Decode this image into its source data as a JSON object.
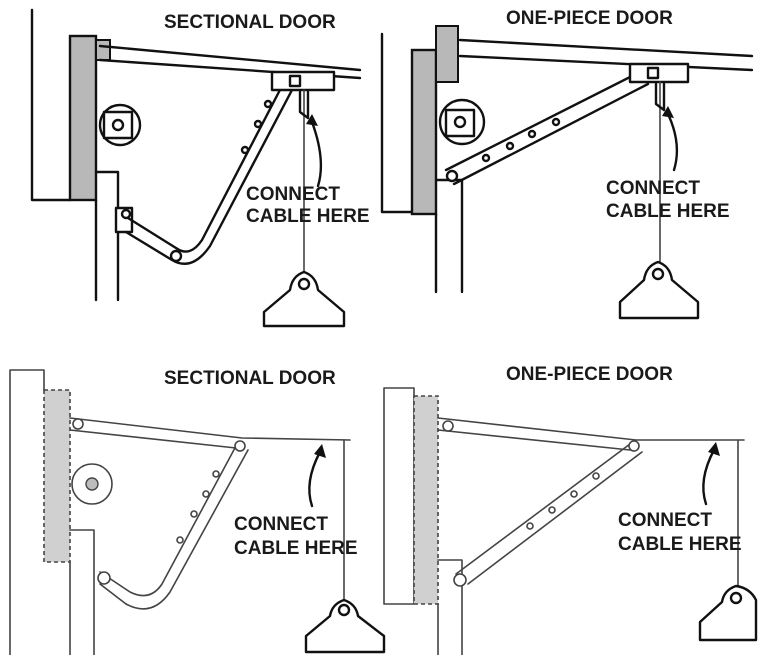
{
  "panels": [
    {
      "title": "SECTIONAL DOOR",
      "note_line1": "CONNECT",
      "note_line2": "CABLE HERE"
    },
    {
      "title": "ONE-PIECE DOOR",
      "note_line1": "CONNECT",
      "note_line2": "CABLE HERE"
    },
    {
      "title": "SECTIONAL DOOR",
      "note_line1": "CONNECT",
      "note_line2": "CABLE HERE"
    },
    {
      "title": "ONE-PIECE DOOR",
      "note_line1": "CONNECT",
      "note_line2": "CABLE HERE"
    }
  ],
  "colors": {
    "ink": "#111111",
    "header_gray": "#b8b8b8",
    "header_gray_light": "#d0d0d0"
  }
}
